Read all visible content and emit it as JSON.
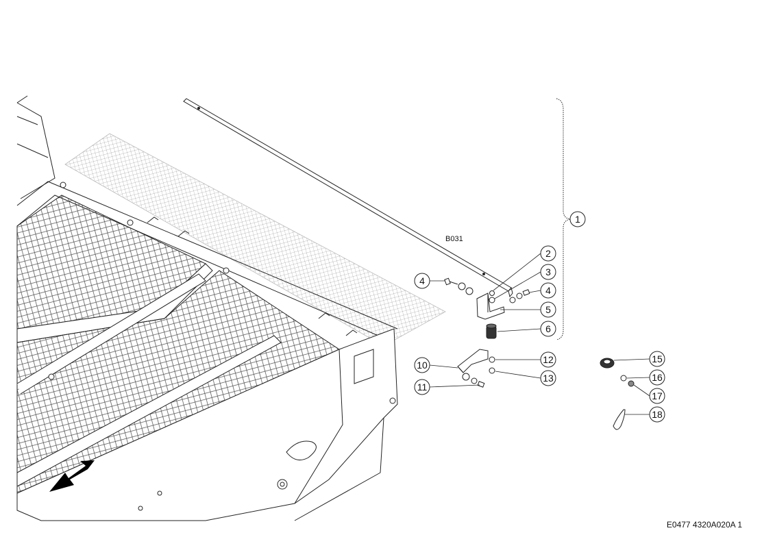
{
  "drawing": {
    "part_label": "B031",
    "footer_code": "E0477 4320A020A 1"
  },
  "callouts": [
    {
      "id": "c1",
      "number": "1"
    },
    {
      "id": "c2",
      "number": "2"
    },
    {
      "id": "c3",
      "number": "3"
    },
    {
      "id": "c4a",
      "number": "4"
    },
    {
      "id": "c4b",
      "number": "4"
    },
    {
      "id": "c5",
      "number": "5"
    },
    {
      "id": "c6",
      "number": "6"
    },
    {
      "id": "c10",
      "number": "10"
    },
    {
      "id": "c11",
      "number": "11"
    },
    {
      "id": "c12",
      "number": "12"
    },
    {
      "id": "c13",
      "number": "13"
    },
    {
      "id": "c15",
      "number": "15"
    },
    {
      "id": "c16",
      "number": "16"
    },
    {
      "id": "c17",
      "number": "17"
    },
    {
      "id": "c18",
      "number": "18"
    }
  ]
}
